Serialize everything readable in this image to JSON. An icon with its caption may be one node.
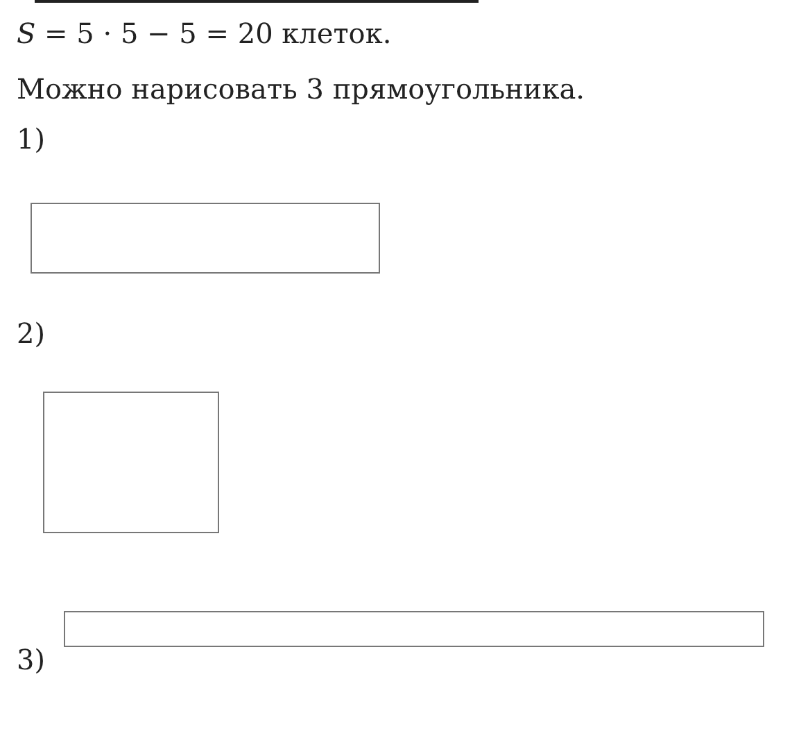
{
  "diagram": {
    "nodes": [
      {
        "text": [],
        "shape": "box"
      },
      {
        "text": [],
        "shape": "box"
      },
      {
        "text": [],
        "shape": "box"
      }
    ],
    "labels": [
      "*S* = 5 · 5 − 5 = 20 клеток.",
      "Можно нарисовать 3 прямоугольника.",
      "1)",
      "2)",
      "3)"
    ]
  }
}
